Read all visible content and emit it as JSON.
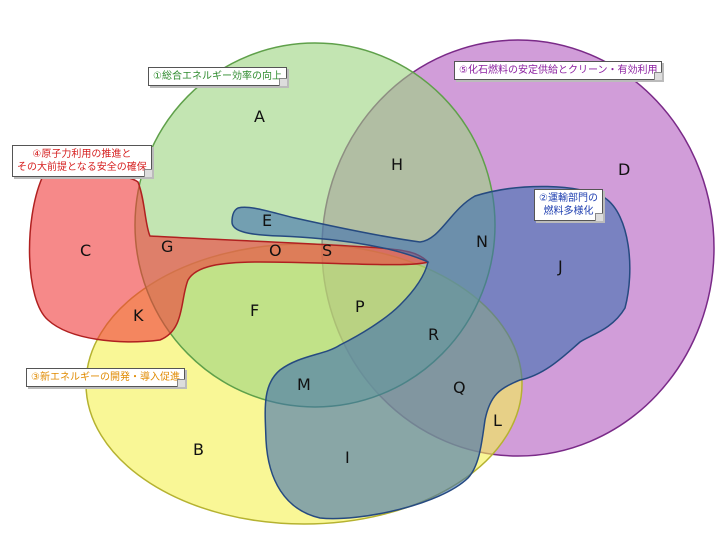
{
  "callouts": {
    "c1": {
      "text": "①総合エネルギー効率の向上",
      "color": "#2e8b2e"
    },
    "c2": {
      "line1": "②運輸部門の",
      "line2": "燃料多様化",
      "color": "#1f3fb0"
    },
    "c3": {
      "text": "③新エネルギーの開発・導入促進",
      "color": "#e08a00"
    },
    "c4": {
      "line1": "④原子力利用の推進と",
      "line2": "その大前提となる安全の確保",
      "color": "#d62020"
    },
    "c5": {
      "text": "⑤化石燃料の安定供給とクリーン・有効利用",
      "color": "#8b1fa0"
    }
  },
  "regions": {
    "A": "A",
    "B": "B",
    "C": "C",
    "D": "D",
    "E": "E",
    "F": "F",
    "G": "G",
    "H": "H",
    "I": "I",
    "J": "J",
    "K": "K",
    "L": "L",
    "M": "M",
    "O": "O",
    "P": "P",
    "Q": "Q",
    "R": "R",
    "S": "S",
    "N": "N"
  },
  "colors": {
    "green": "#9bd37f",
    "purple": "#b25cc0",
    "yellow": "#f5f250",
    "red": "#f03a3a",
    "blue": "#3d6fb0"
  }
}
